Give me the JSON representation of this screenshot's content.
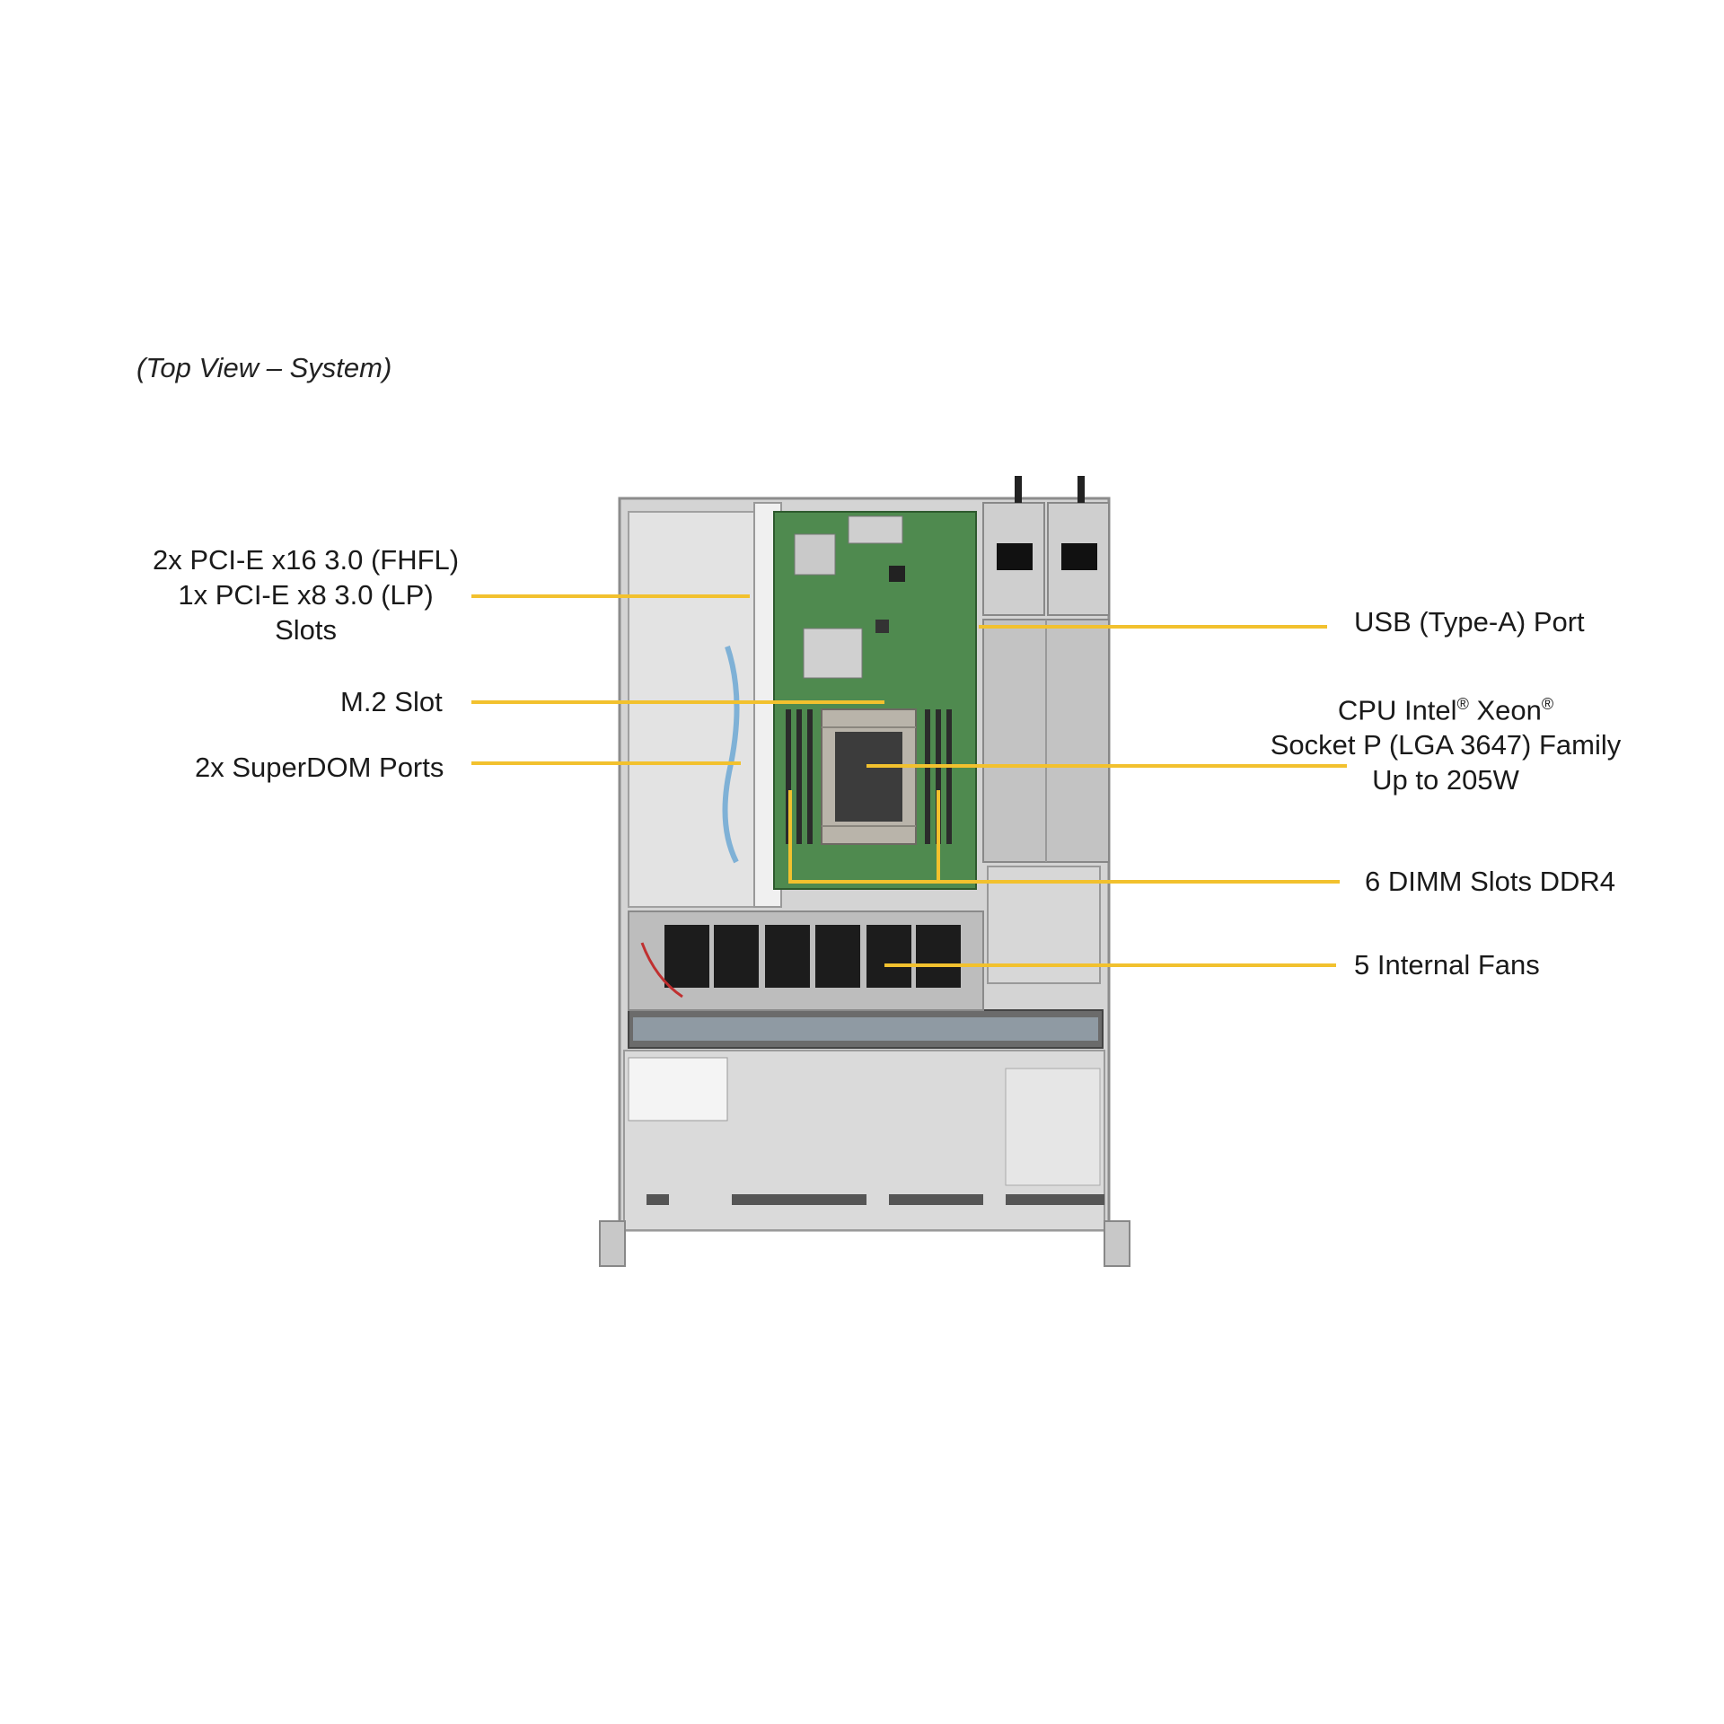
{
  "caption": "(Top View – System)",
  "callouts": {
    "pcie": {
      "lines": [
        "2x PCI-E x16 3.0 (FHFL)",
        "1x PCI-E x8 3.0 (LP)",
        "Slots"
      ]
    },
    "m2": {
      "lines": [
        "M.2 Slot"
      ]
    },
    "superdom": {
      "lines": [
        "2x SuperDOM Ports"
      ]
    },
    "usb": {
      "lines": [
        "USB (Type-A) Port"
      ]
    },
    "cpu": {
      "line1_a": "CPU Intel",
      "line1_sup1": "®",
      "line1_b": " Xeon",
      "line1_sup2": "®",
      "line2": "Socket P (LGA 3647) Family",
      "line3": "Up to 205W"
    },
    "dimm": {
      "lines": [
        "6 DIMM Slots DDR4"
      ]
    },
    "fans": {
      "lines": [
        "5 Internal Fans"
      ]
    }
  },
  "colors": {
    "leader_line": "#f2c12e",
    "chassis": "#d9d9d9",
    "chassis_dark": "#a8a8a8",
    "pcb": "#4f8a4f",
    "fan": "#1c1c1c",
    "heatsink": "#b9b4aa"
  }
}
